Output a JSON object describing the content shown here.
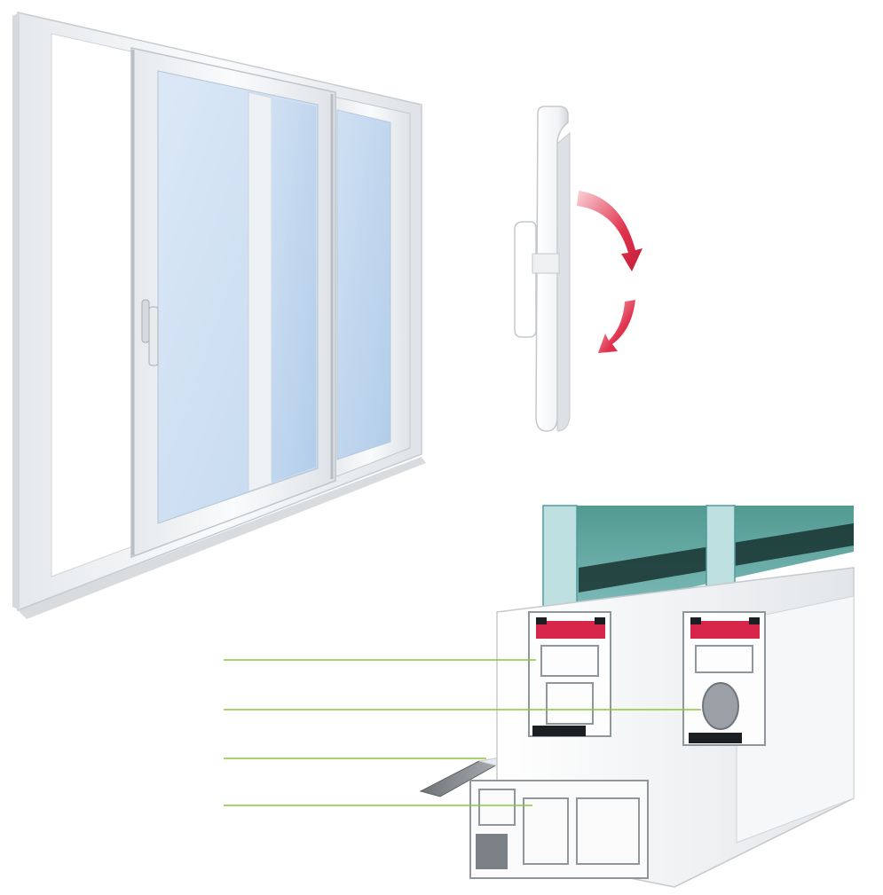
{
  "figure": {
    "door_name": "sliding-door",
    "handle_name": "sliding-door-handle",
    "profile_name": "profile-cross-section"
  },
  "colors": {
    "frame_white": "#f4f5f6",
    "frame_shadow": "#c9cdd1",
    "glass": "#c9ddf2",
    "glass_dark": "#a9c6e6",
    "arrow_red": "#e0334d",
    "gasket_red": "#d8264a",
    "gasket_black": "#1c1f22",
    "glass_edge": "#4f9aa0",
    "leader_green": "#8cc63f",
    "sill_gray": "#8a8f93"
  },
  "callouts": [
    {
      "id": "callout-1",
      "label": ""
    },
    {
      "id": "callout-2",
      "label": ""
    },
    {
      "id": "callout-3",
      "label": ""
    },
    {
      "id": "callout-4",
      "label": ""
    }
  ]
}
